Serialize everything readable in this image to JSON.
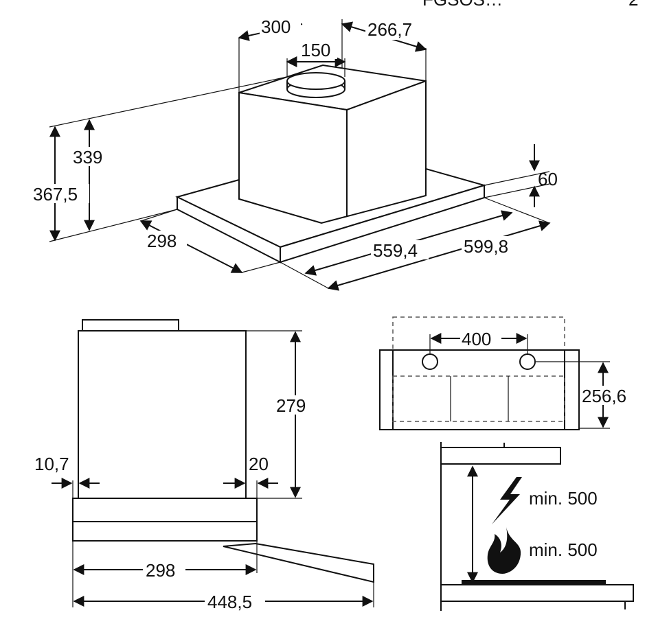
{
  "header": {
    "model_code": "FGSOS…",
    "page_marker": "2"
  },
  "top_view": {
    "width_top": "300",
    "depth_top": "266,7",
    "outlet_dia": "150",
    "height_inner": "339",
    "height_total": "367,5",
    "panel_thickness": "60",
    "depth_front": "298",
    "width_inner": "559,4",
    "width_total": "599,8"
  },
  "side_view": {
    "height": "279",
    "offset_left": "10,7",
    "offset_right": "20",
    "depth": "298",
    "depth_total": "448,5"
  },
  "front_view": {
    "hole_spacing": "400",
    "hole_height": "256,6"
  },
  "clearance": {
    "electric": "min. 500",
    "gas": "min. 500"
  }
}
